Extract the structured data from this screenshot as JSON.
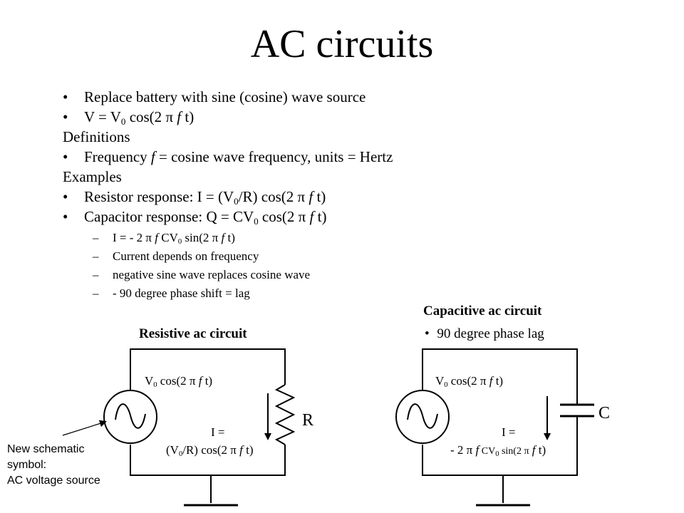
{
  "title": "AC circuits",
  "bullets": {
    "b1": "Replace battery with sine (cosine) wave source",
    "b2": {
      "a": "V = V",
      "sub": "0",
      "b": " cos(2 ",
      "pi": "π",
      "f": "f",
      "c": " t)"
    },
    "definitions_heading": "Definitions",
    "b3": {
      "a": "Frequency ",
      "f": "f",
      "b": " = cosine wave frequency, units = Hertz"
    },
    "examples_heading": "Examples",
    "b4": {
      "a": "Resistor response: I = (V",
      "sub": "0",
      "b": "/R) cos(2 ",
      "pi": "π",
      "f": "f",
      "c": " t)"
    },
    "b5": {
      "a": "Capacitor response: Q = CV",
      "sub": "0",
      "b": " cos(2 ",
      "pi": "π",
      "f": "f",
      "c": " t)"
    },
    "s1": {
      "a": "I = - 2 ",
      "pi": "π",
      "f": "f",
      "b": "  CV",
      "sub": "0",
      "c": " sin(2 ",
      "pi2": "π",
      "f2": "f",
      "d": " t)"
    },
    "s2": "Current depends on frequency",
    "s3": "negative sine wave replaces cosine wave",
    "s4": "- 90 degree phase shift = lag",
    "bullet_char": "•",
    "dash_char": "–"
  },
  "resistive": {
    "title": "Resistive ac circuit",
    "source_label": {
      "a": "V",
      "sub": "0",
      "b": " cos(2 ",
      "pi": "π",
      "f": "f",
      "c": " t)"
    },
    "current_label_1": "I =",
    "current_label_2": {
      "a": "(V",
      "sub": "0",
      "b": "/R) cos(2 ",
      "pi": "π",
      "f": "f",
      "c": " t)"
    },
    "component_label": "R"
  },
  "capacitive": {
    "title": "Capacitive ac circuit",
    "note": "90 degree phase lag",
    "source_label": {
      "a": "V",
      "sub": "0",
      "b": " cos(2 ",
      "pi": "π",
      "f": "f",
      "c": " t)"
    },
    "current_label_1": "I =",
    "current_label_2": {
      "a": "- 2 ",
      "pi": "π",
      "f": "f",
      "b": " CV",
      "sub": "0",
      "c": " sin(2 ",
      "pi2": "π",
      "f2": "f",
      "d": " t)"
    },
    "component_label": "C"
  },
  "annotation": {
    "line1": "New schematic",
    "line2": "symbol:",
    "line3": "AC voltage source"
  }
}
